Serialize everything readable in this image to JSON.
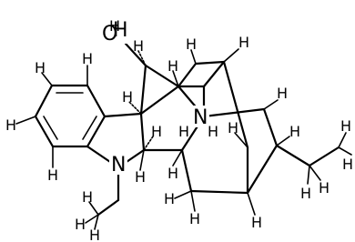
{
  "molecule": {
    "atoms": {
      "oxygen": "O",
      "hydrogen": "H",
      "nitrogen_top": "N",
      "nitrogen_bottom": "N"
    },
    "hydrogens": [
      "H",
      "H",
      "H",
      "H",
      "H",
      "H",
      "H",
      "H",
      "H",
      "H",
      "H",
      "H",
      "H",
      "H",
      "H",
      "H",
      "H",
      "H",
      "H",
      "H",
      "H",
      "H",
      "H",
      "H",
      "H",
      "H",
      "H",
      "H"
    ]
  }
}
